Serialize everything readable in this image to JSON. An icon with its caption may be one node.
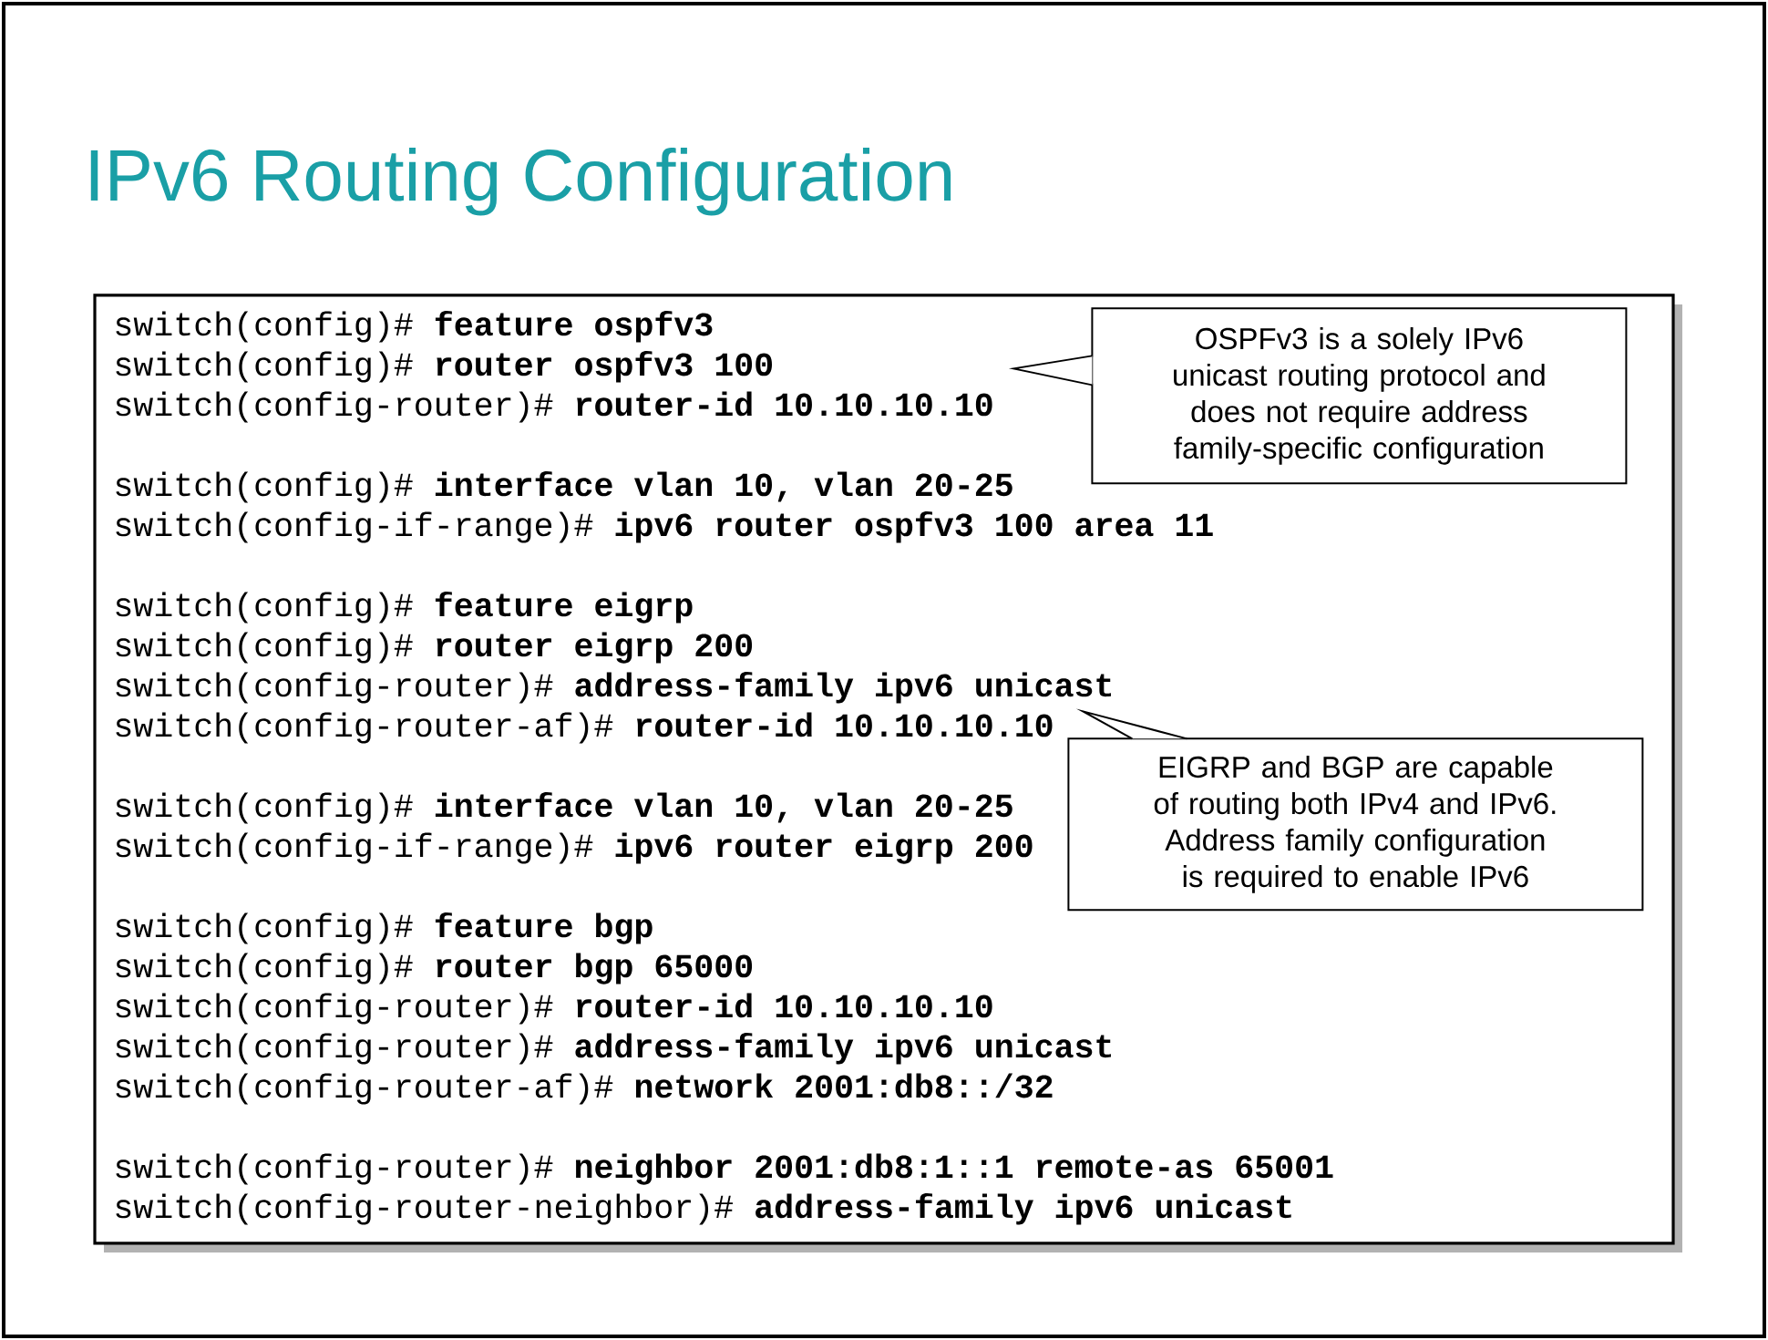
{
  "diagram": {
    "title": "IPv6 Routing Configuration",
    "nodes": [
      {
        "text": [
          "switch(config)# **feature ospfv3**",
          "switch(config)# **router ospfv3 100**",
          "switch(config-router)# **router-id 10.10.10.10**",
          "switch(config)# **interface vlan 10, vlan 20-25**",
          "switch(config-if-range)# **ipv6 router ospfv3 100 area 11**",
          "switch(config)# **feature eigrp**",
          "switch(config)# **router eigrp 200**",
          "switch(config-router)# **address-family ipv6 unicast**",
          "switch(config-router-af)# **router-id 10.10.10.10**",
          "switch(config)# **interface vlan 10, vlan 20-25**",
          "switch(config-if-range)# **ipv6 router eigrp 200**",
          "switch(config)# **feature bgp**",
          "switch(config)# **router bgp 65000**",
          "switch(config-router)# **router-id 10.10.10.10**",
          "switch(config-router)# **address-family ipv6 unicast**",
          "switch(config-router-af)# **network 2001:db8::/32**",
          "switch(config-router)# **neighbor 2001:db8:1::1 remote-as 65001**",
          "switch(config-router-neighbor)# **address-family ipv6 unicast**"
        ]
      },
      {
        "text": [
          "OSPFv3 is a solely IPv6 unicast routing protocol and does not require address family-specific configuration"
        ],
        "in": 0
      },
      {
        "text": [
          "EIGRP and BGP are capable of routing both IPv4 and IPv6. Address family configuration is required to enable IPv6"
        ],
        "in": 0
      }
    ],
    "edges": []
  }
}
